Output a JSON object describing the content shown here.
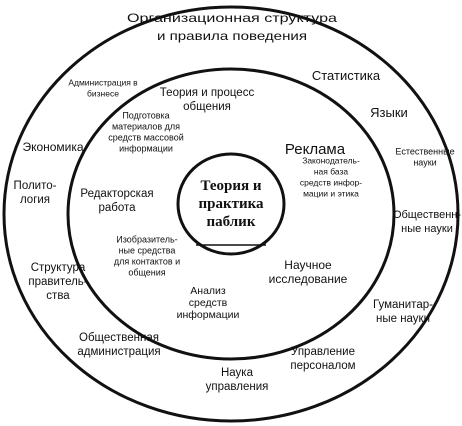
{
  "diagram": {
    "center": {
      "lines": [
        "Теория и",
        "практика",
        "паблик"
      ]
    },
    "inner_ring": [
      {
        "id": "theory-process",
        "lines": [
          "Теория и процесс",
          "общения"
        ]
      },
      {
        "id": "advertising",
        "lines": [
          "Реклама"
        ]
      },
      {
        "id": "legal-ethics",
        "lines": [
          "Законодатель-",
          "ная база",
          "средств инфор-",
          "мации и этика"
        ]
      },
      {
        "id": "research",
        "lines": [
          "Научное",
          "исследование"
        ]
      },
      {
        "id": "media-analysis",
        "lines": [
          "Анализ",
          "средств",
          "информации"
        ]
      },
      {
        "id": "visual-means",
        "lines": [
          "Изобразитель-",
          "ные средства",
          "для контактов и",
          "общения"
        ]
      },
      {
        "id": "editorial-work",
        "lines": [
          "Редакторская",
          "работа"
        ]
      },
      {
        "id": "media-prep",
        "lines": [
          "Подготовка",
          "материалов для",
          "средств массовой",
          "информации"
        ]
      }
    ],
    "outer_ring": [
      {
        "id": "org-structure",
        "lines": [
          "Организационная структура",
          "и правила поведения"
        ]
      },
      {
        "id": "statistics",
        "lines": [
          "Статистика"
        ]
      },
      {
        "id": "languages",
        "lines": [
          "Языки"
        ]
      },
      {
        "id": "natural-sciences",
        "lines": [
          "Естественные",
          "науки"
        ]
      },
      {
        "id": "social-sciences",
        "lines": [
          "Общественн-",
          "ные науки"
        ]
      },
      {
        "id": "humanities",
        "lines": [
          "Гуманитар-",
          "ные науки"
        ]
      },
      {
        "id": "personnel-mgmt",
        "lines": [
          "Управление",
          "персоналом"
        ]
      },
      {
        "id": "management-science",
        "lines": [
          "Наука",
          "управления"
        ]
      },
      {
        "id": "public-admin",
        "lines": [
          "Общественная",
          "администрация"
        ]
      },
      {
        "id": "gov-structure",
        "lines": [
          "Структура",
          "правитель-",
          "ства"
        ]
      },
      {
        "id": "politology",
        "lines": [
          "Полито-",
          "логия"
        ]
      },
      {
        "id": "economics",
        "lines": [
          "Экономика"
        ]
      },
      {
        "id": "business-admin",
        "lines": [
          "Администрация в",
          "бизнесе"
        ]
      }
    ]
  }
}
